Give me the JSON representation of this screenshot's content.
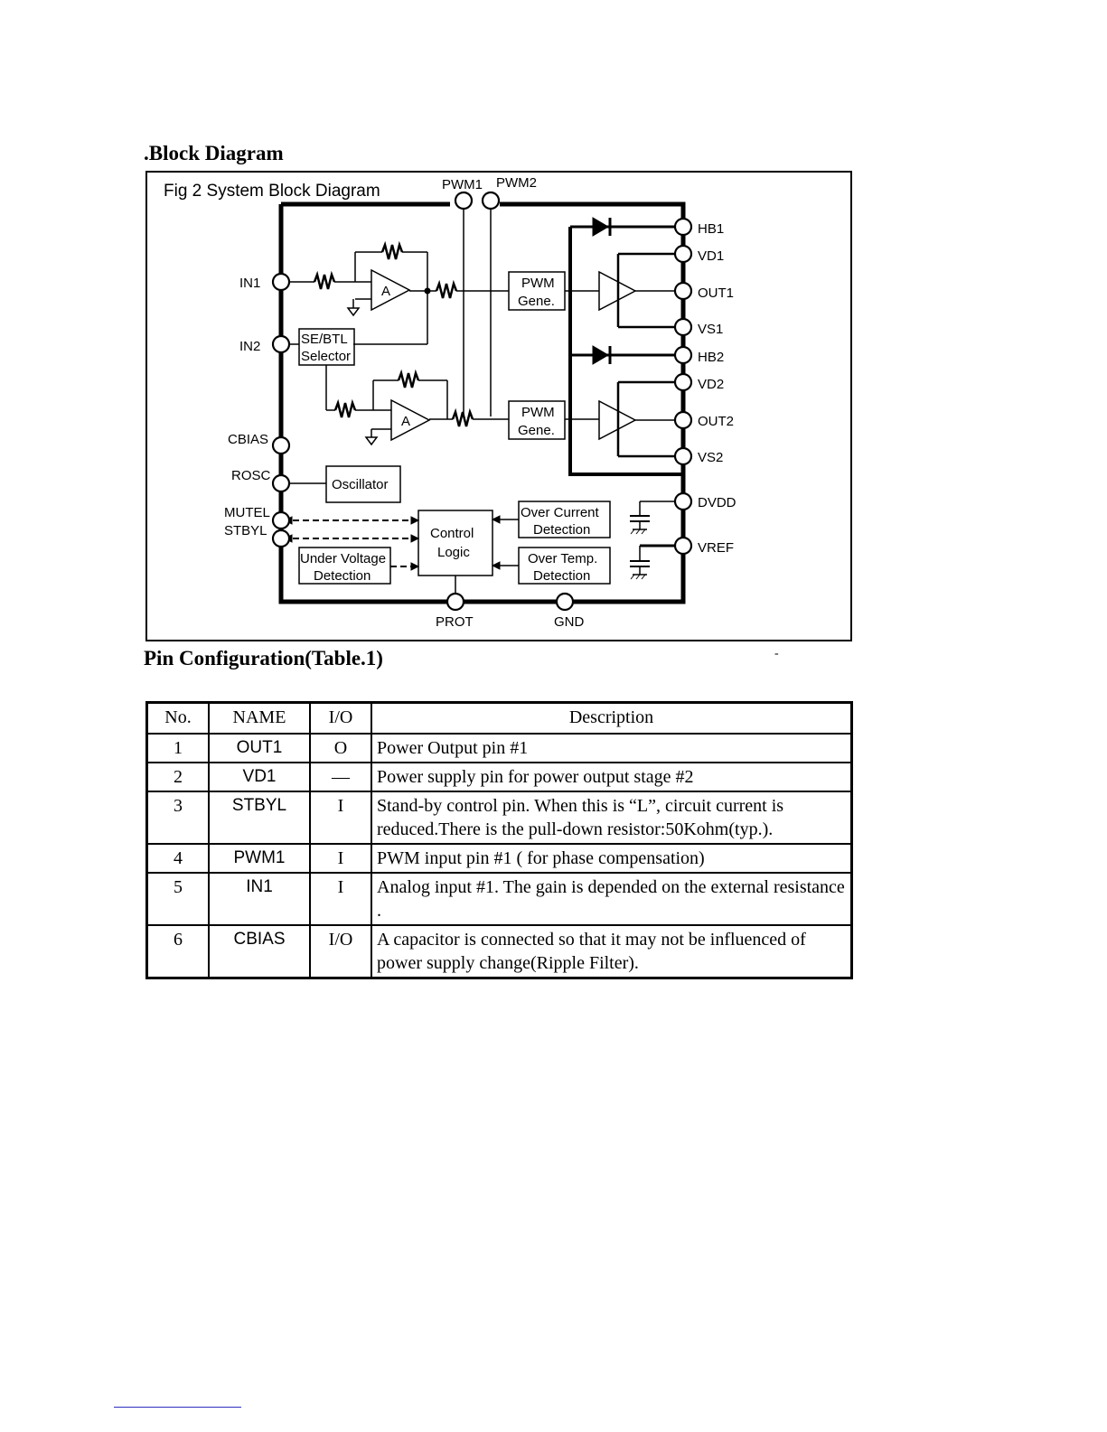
{
  "headings": {
    "block_diagram": ".Block Diagram",
    "pin_configuration": "Pin Configuration(Table.1)",
    "stray_mark": "-"
  },
  "diagram": {
    "title": "Fig 2 System Block Diagram",
    "pins": {
      "pwm1": "PWM1",
      "pwm2": "PWM2",
      "in1": "IN1",
      "in2": "IN2",
      "cbias": "CBIAS",
      "rosc": "ROSC",
      "mutel": "MUTEL",
      "stbyl": "STBYL",
      "prot": "PROT",
      "gnd": "GND",
      "hb1": "HB1",
      "vd1": "VD1",
      "out1": "OUT1",
      "vs1": "VS1",
      "hb2": "HB2",
      "vd2": "VD2",
      "out2": "OUT2",
      "vs2": "VS2",
      "dvdd": "DVDD",
      "vref": "VREF"
    },
    "blocks": {
      "se_btl_1": "SE/BTL",
      "se_btl_2": "Selector",
      "pwm_gene1_1": "PWM",
      "pwm_gene1_2": "Gene.",
      "pwm_gene2_1": "PWM",
      "pwm_gene2_2": "Gene.",
      "oscillator": "Oscillator",
      "control_1": "Control",
      "control_2": "Logic",
      "ocd_1": "Over Current",
      "ocd_2": "Detection",
      "otd_1": "Over Temp.",
      "otd_2": "Detection",
      "uvd_1": "Under Voltage",
      "uvd_2": "Detection",
      "amp1": "A",
      "amp2": "A"
    }
  },
  "table": {
    "headers": [
      "No.",
      "NAME",
      "I/O",
      "Description"
    ],
    "rows": [
      {
        "no": "1",
        "name": "OUT1",
        "io": "O",
        "desc": "Power Output pin #1"
      },
      {
        "no": "2",
        "name": "VD1",
        "io": "—",
        "desc": "Power supply pin for power output stage #2"
      },
      {
        "no": "3",
        "name": "STBYL",
        "io": "I",
        "desc": "Stand-by control pin. When this is “L”, circuit current is reduced.There is the pull-down resistor:50Kohm(typ.)."
      },
      {
        "no": "4",
        "name": "PWM1",
        "io": "I",
        "desc": "PWM input pin #1 ( for phase compensation)"
      },
      {
        "no": "5",
        "name": "IN1",
        "io": "I",
        "desc": "Analog input #1. The gain is depended on the external resistance ."
      },
      {
        "no": "6",
        "name": "CBIAS",
        "io": "I/O",
        "desc": "A capacitor is connected so that it may not be influenced of power supply change(Ripple Filter)."
      }
    ]
  }
}
